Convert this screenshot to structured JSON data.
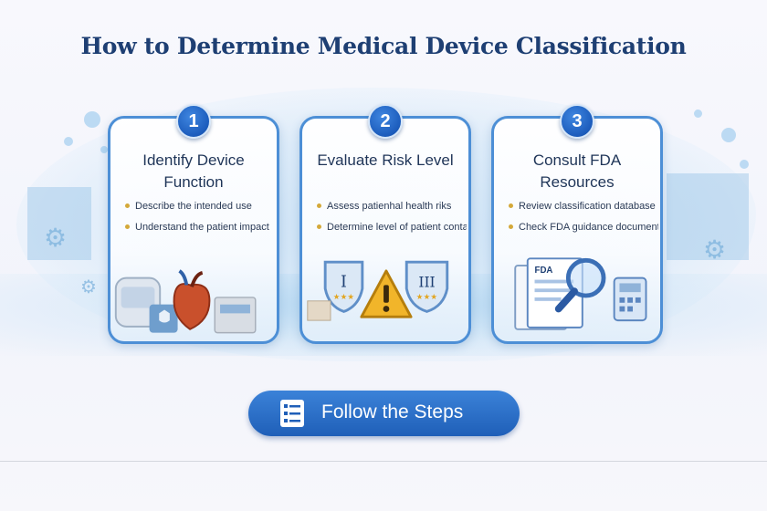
{
  "page": {
    "title": "How to Determine Medical Device Classification"
  },
  "steps": [
    {
      "number": "1",
      "title": "Identify Device Function",
      "bullets": [
        "Describe the intended use",
        "Understand the patient impact"
      ]
    },
    {
      "number": "2",
      "title": "Evaluate Risk Level",
      "bullets": [
        "Assess patienhal health riks",
        "Determine level of patient contar"
      ],
      "illustration": {
        "shield_left": "I",
        "shield_right": "III"
      }
    },
    {
      "number": "3",
      "title": "Consult FDA Resources",
      "bullets": [
        "Review classification database",
        "Check FDA guidance documents"
      ],
      "illustration": {
        "doc_label": "FDA"
      }
    }
  ],
  "cta": {
    "label": "Follow the Steps",
    "icon": "checklist-icon"
  },
  "colors": {
    "accent": "#1f5fb8",
    "card_border": "#4d8fd6",
    "title": "#1e3f73",
    "bullet": "#d4a93a"
  }
}
